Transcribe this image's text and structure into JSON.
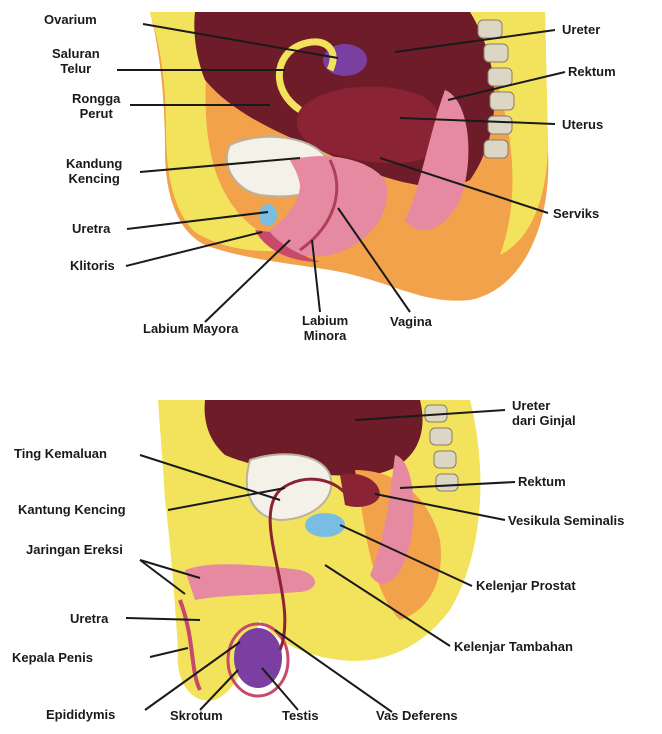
{
  "colors": {
    "skin": "#f2a24a",
    "yellow": "#f3e35c",
    "dark_maroon": "#6e1c2a",
    "pink": "#e58aa0",
    "purple": "#7a3fa0",
    "blue": "#79bde3",
    "bone": "#dcd6c5",
    "leader": "#1a1a1a"
  },
  "female": {
    "labels": {
      "ovarium": "Ovarium",
      "saluran_telur": [
        "Saluran",
        "Telur"
      ],
      "rongga_perut": [
        "Rongga",
        "Perut"
      ],
      "kandung_kencing": [
        "Kandung",
        "Kencing"
      ],
      "uretra": "Uretra",
      "klitoris": "Klitoris",
      "labium_mayora": "Labium Mayora",
      "labium_minora": [
        "Labium",
        "Minora"
      ],
      "vagina": "Vagina",
      "ureter": "Ureter",
      "rektum": "Rektum",
      "uterus": "Uterus",
      "serviks": "Serviks"
    }
  },
  "male": {
    "labels": {
      "ting_kemaluan": "Ting Kemaluan",
      "kantung_kencing": "Kantung Kencing",
      "jaringan_ereksi": "Jaringan Ereksi",
      "uretra": "Uretra",
      "kepala_penis": "Kepala Penis",
      "epididymis": "Epididymis",
      "skrotum": "Skrotum",
      "testis": "Testis",
      "vas_deferens": "Vas Deferens",
      "ureter_dari_ginjal": [
        "Ureter",
        "dari Ginjal"
      ],
      "rektum": "Rektum",
      "vesikula_seminalis": "Vesikula Seminalis",
      "kelenjar_prostat": "Kelenjar Prostat",
      "kelenjar_tambahan": "Kelenjar Tambahan"
    }
  }
}
